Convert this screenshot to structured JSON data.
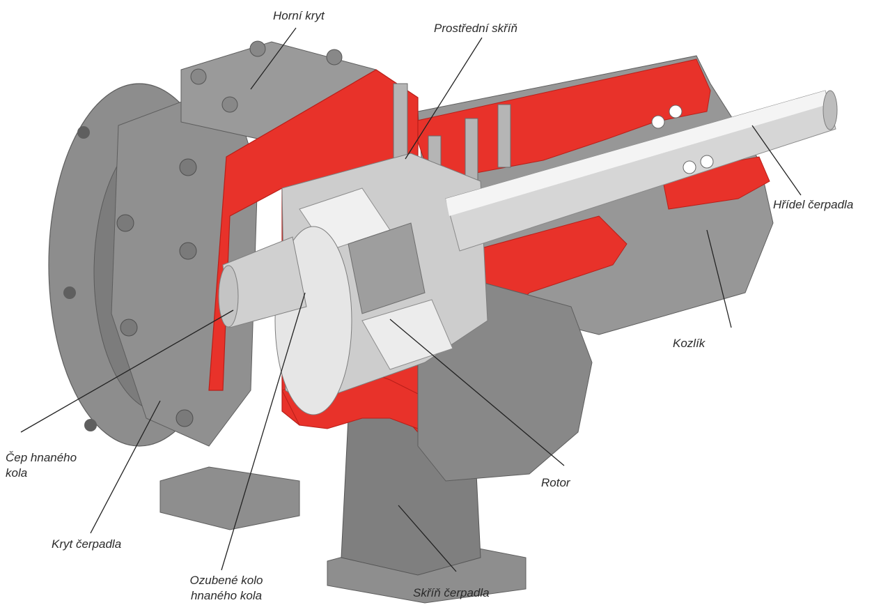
{
  "colors": {
    "cast_iron": "#8c8c8c",
    "cast_iron_dark": "#6a6a6a",
    "cast_iron_light": "#a9a9a9",
    "section_red": "#e8322a",
    "section_red_dark": "#b81f19",
    "steel": "#d4d4d4",
    "steel_dark": "#9c9c9c",
    "leader": "#222222",
    "text": "#2a2a2a"
  },
  "labels": {
    "horni_kryt": "Horní kryt",
    "prostredni_skrin": "Prostřední skříň",
    "hridel_cerpadla": "Hřídel čerpadla",
    "kozlik": "Kozlík",
    "rotor": "Rotor",
    "cep_hnaneho_kola": [
      "Čep hnaného",
      "kola"
    ],
    "kryt_cerpadla": "Kryt čerpadla",
    "ozubene_kolo": [
      "Ozubené kolo",
      "hnaného kola"
    ],
    "skrin_cerpadla": "Skříň čerpadla"
  }
}
